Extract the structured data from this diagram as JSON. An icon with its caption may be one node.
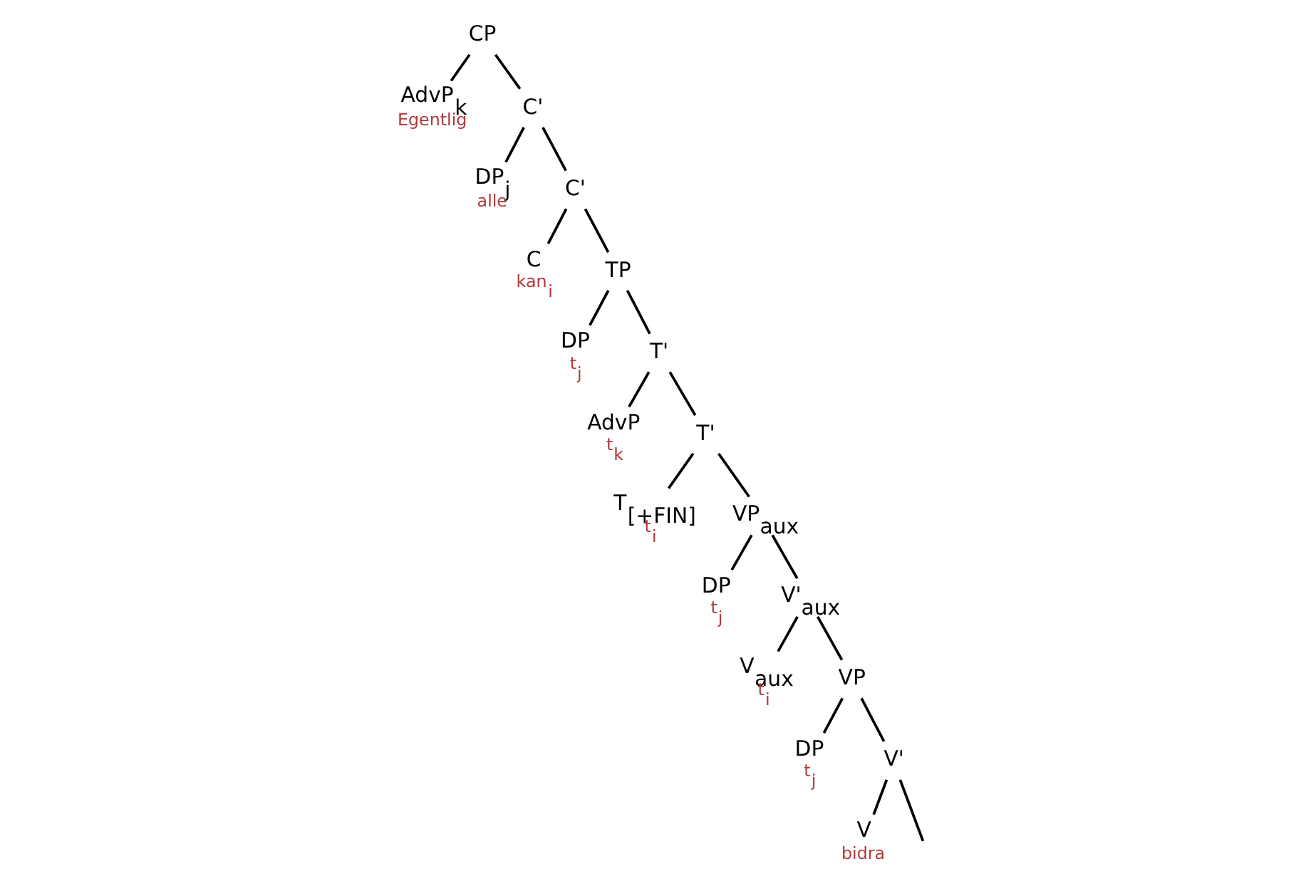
{
  "diagram": {
    "nodes": [
      {
        "text": [
          "CP"
        ]
      },
      {
        "text": [
          "AdvP$_{k}$"
        ],
        "beside": [
          "Egentlig"
        ]
      },
      {
        "text": [
          "C'"
        ]
      },
      {
        "text": [
          "DP$_{j}$"
        ],
        "beside": [
          "alle"
        ]
      },
      {
        "text": [
          "C'"
        ]
      },
      {
        "text": [
          "C"
        ],
        "beside": [
          "kan$_{i}$"
        ]
      },
      {
        "text": [
          "TP"
        ]
      },
      {
        "text": [
          "DP"
        ],
        "beside": [
          "t$_{j}$"
        ]
      },
      {
        "text": [
          "T'"
        ]
      },
      {
        "text": [
          "AdvP"
        ],
        "beside": [
          "t$_{k}$"
        ]
      },
      {
        "text": [
          "T'"
        ]
      },
      {
        "text": [
          "T$_{[+FIN]}$"
        ],
        "beside": [
          "t$_{i}$"
        ]
      },
      {
        "text": [
          "VP$_{aux}$"
        ]
      },
      {
        "text": [
          "DP"
        ],
        "beside": [
          "t$_{j}$"
        ]
      },
      {
        "text": [
          "V'$_{aux}$"
        ]
      },
      {
        "text": [
          "V$_{aux}$"
        ],
        "beside": [
          "t$_{i}$"
        ]
      },
      {
        "text": [
          "VP"
        ]
      },
      {
        "text": [
          "DP"
        ],
        "beside": [
          "t$_{j}$"
        ]
      },
      {
        "text": [
          "V'"
        ]
      },
      {
        "text": [
          "V"
        ],
        "beside": [
          "bidra"
        ]
      }
    ],
    "edges": [
      {
        "from": 0,
        "to": 1,
        "arrow": "none"
      },
      {
        "from": 0,
        "to": 2,
        "arrow": "none"
      },
      {
        "from": 2,
        "to": 3,
        "arrow": "none"
      },
      {
        "from": 2,
        "to": 4,
        "arrow": "none"
      },
      {
        "from": 4,
        "to": 5,
        "arrow": "none"
      },
      {
        "from": 4,
        "to": 6,
        "arrow": "none"
      },
      {
        "from": 6,
        "to": 7,
        "arrow": "none"
      },
      {
        "from": 6,
        "to": 8,
        "arrow": "none"
      },
      {
        "from": 8,
        "to": 9,
        "arrow": "none"
      },
      {
        "from": 8,
        "to": 10,
        "arrow": "none"
      },
      {
        "from": 10,
        "to": 11,
        "arrow": "none"
      },
      {
        "from": 10,
        "to": 12,
        "arrow": "none"
      },
      {
        "from": 12,
        "to": 13,
        "arrow": "none"
      },
      {
        "from": 12,
        "to": 14,
        "arrow": "none"
      },
      {
        "from": 14,
        "to": 15,
        "arrow": "none"
      },
      {
        "from": 14,
        "to": 16,
        "arrow": "none"
      },
      {
        "from": 16,
        "to": 17,
        "arrow": "none"
      },
      {
        "from": 16,
        "to": 18,
        "arrow": "none"
      },
      {
        "from": 18,
        "to": 19,
        "arrow": "none"
      },
      {
        "from": 18,
        "to": null,
        "arrow": "none"
      }
    ]
  }
}
